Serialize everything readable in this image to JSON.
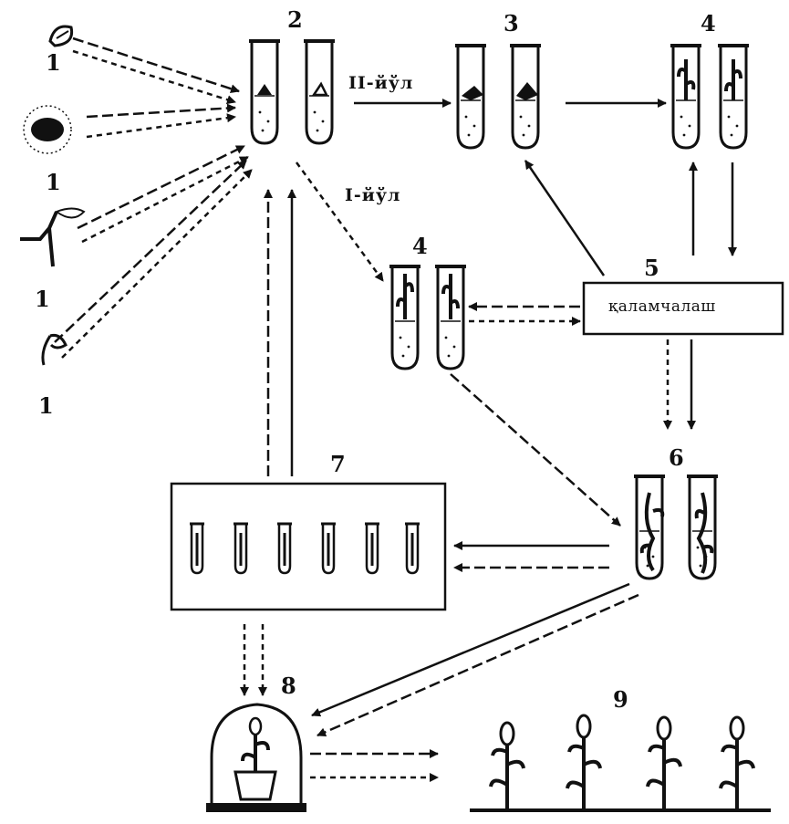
{
  "labels": {
    "explant": "1",
    "stage2": "2",
    "stage3": "3",
    "stage4": "4",
    "stage5": "5",
    "stage6": "6",
    "stage7": "7",
    "stage8": "8",
    "stage9": "9"
  },
  "routes": {
    "route2": "II-йўл",
    "route1": "I-йўл"
  },
  "box5_text": "қаламчалаш",
  "colors": {
    "ink": "#111111"
  }
}
